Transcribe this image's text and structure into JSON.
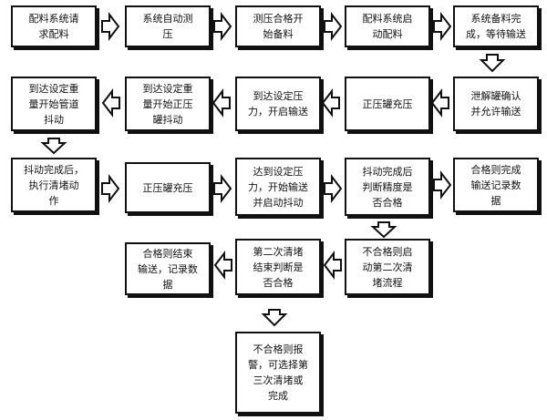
{
  "boxes": [
    {
      "id": "b1",
      "text": "配料系统请\n求配料"
    },
    {
      "id": "b2",
      "text": "系统自动测\n压"
    },
    {
      "id": "b3",
      "text": "测压合格开\n始备料"
    },
    {
      "id": "b4",
      "text": "配料系统启\n动配料"
    },
    {
      "id": "b5",
      "text": "系统备料完\n成，等待输送"
    },
    {
      "id": "b6",
      "text": "泄解罐确认\n并允许输送"
    },
    {
      "id": "b7",
      "text": "正压罐充压"
    },
    {
      "id": "b8",
      "text": "到达设定压\n力，开启输送"
    },
    {
      "id": "b9",
      "text": "到达设定重\n量开始正压\n罐抖动"
    },
    {
      "id": "b10",
      "text": "到达设定重\n量开始管道\n抖动"
    },
    {
      "id": "b11",
      "text": "抖动完成后，\n执行清堵动\n作"
    },
    {
      "id": "b12",
      "text": "正压罐充压"
    },
    {
      "id": "b13",
      "text": "达到设定压\n力，开始输送\n并启动抖动"
    },
    {
      "id": "b14",
      "text": "抖动完成后\n判断精度是\n否合格"
    },
    {
      "id": "b15",
      "text": "合格则完成\n输送记录数\n据"
    },
    {
      "id": "b16",
      "text": "不合格则启\n动第二次清\n堵流程"
    },
    {
      "id": "b17",
      "text": "第二次清堵\n结束判断是\n否合格"
    },
    {
      "id": "b18",
      "text": "合格则结束\n输送，记录数\n据"
    },
    {
      "id": "b19",
      "text": "不合格则报\n警，可选择第\n三次清堵或\n完成"
    }
  ]
}
